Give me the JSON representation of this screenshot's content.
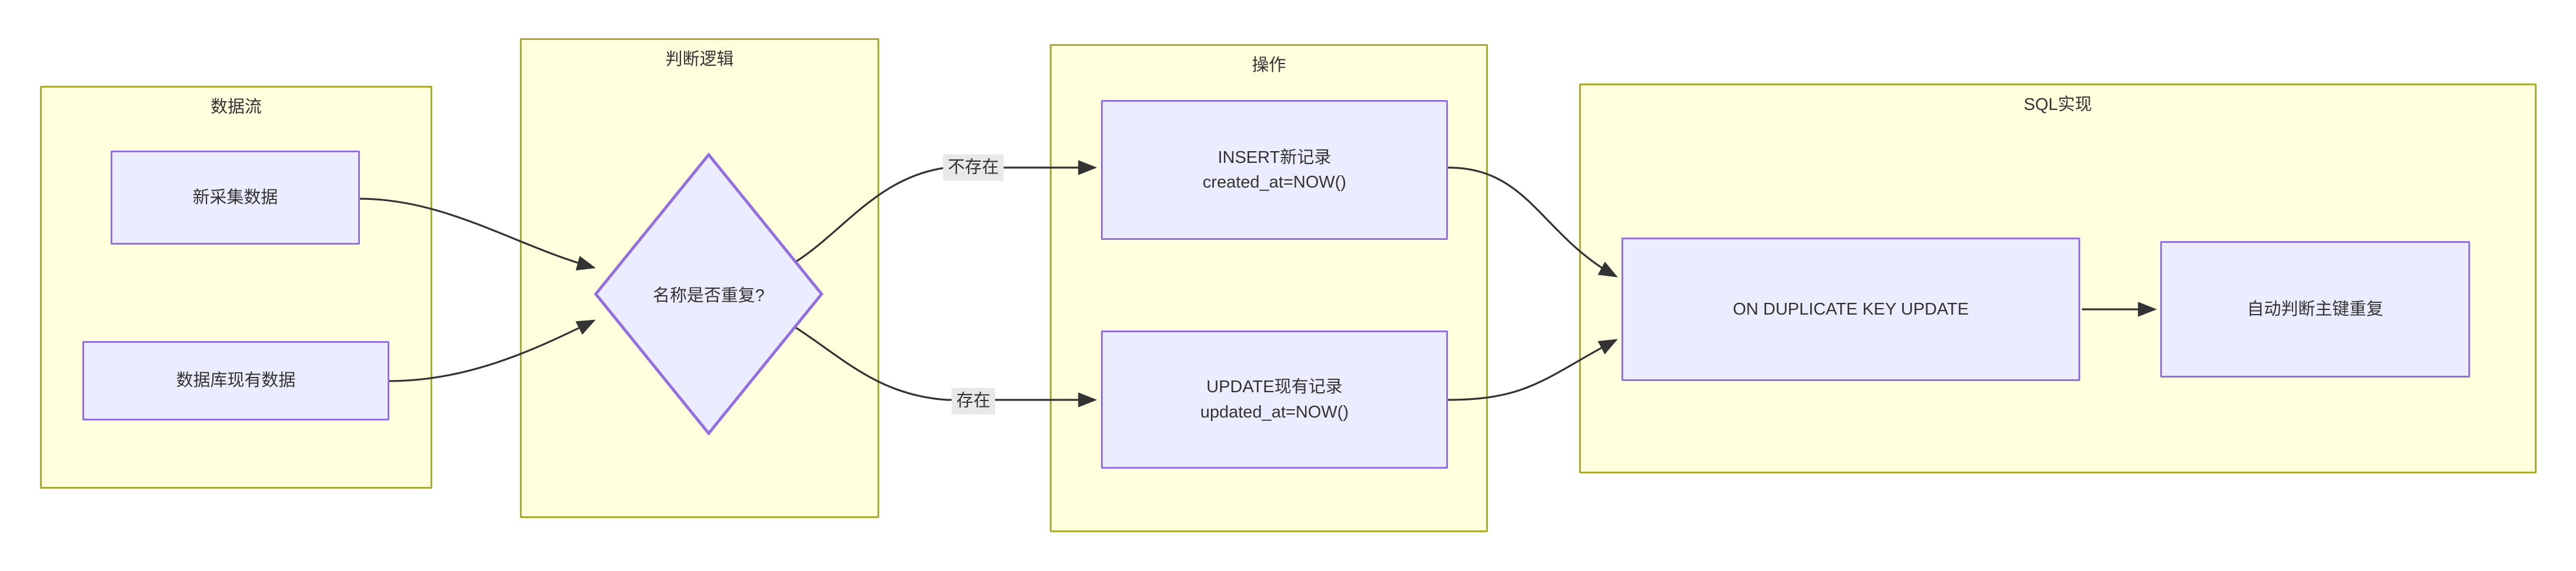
{
  "diagram": {
    "type": "flowchart",
    "direction": "left-to-right",
    "title": ""
  },
  "clusters": [
    {
      "id": "dataflow",
      "label": "数据流"
    },
    {
      "id": "logic",
      "label": "判断逻辑"
    },
    {
      "id": "operation",
      "label": "操作"
    },
    {
      "id": "sql",
      "label": "SQL实现"
    }
  ],
  "nodes": [
    {
      "id": "new-data",
      "label": "新采集数据",
      "shape": "rect",
      "cluster": "dataflow"
    },
    {
      "id": "existing-data",
      "label": "数据库现有数据",
      "shape": "rect",
      "cluster": "dataflow"
    },
    {
      "id": "decision",
      "label": "名称是否重复?",
      "shape": "diamond",
      "cluster": "logic"
    },
    {
      "id": "insert",
      "label": "INSERT新记录\ncreated_at=NOW()",
      "shape": "rect",
      "cluster": "operation"
    },
    {
      "id": "update",
      "label": "UPDATE现有记录\nupdated_at=NOW()",
      "shape": "rect",
      "cluster": "operation"
    },
    {
      "id": "on-duplicate",
      "label": "ON DUPLICATE KEY UPDATE",
      "shape": "rect",
      "cluster": "sql"
    },
    {
      "id": "auto-detect",
      "label": "自动判断主键重复",
      "shape": "rect",
      "cluster": "sql"
    }
  ],
  "edges": [
    {
      "from": "new-data",
      "to": "decision",
      "label": ""
    },
    {
      "from": "existing-data",
      "to": "decision",
      "label": ""
    },
    {
      "from": "decision",
      "to": "insert",
      "label": "不存在"
    },
    {
      "from": "decision",
      "to": "update",
      "label": "存在"
    },
    {
      "from": "insert",
      "to": "on-duplicate",
      "label": ""
    },
    {
      "from": "update",
      "to": "on-duplicate",
      "label": ""
    },
    {
      "from": "on-duplicate",
      "to": "auto-detect",
      "label": ""
    }
  ],
  "colors": {
    "cluster_fill": "#ffffde",
    "cluster_stroke": "#aaaa33",
    "node_fill": "#ececff",
    "node_stroke": "#9370db",
    "edge_stroke": "#333333",
    "edge_label_bg": "#e8e8e8",
    "text": "#333333",
    "background": "#ffffff"
  }
}
